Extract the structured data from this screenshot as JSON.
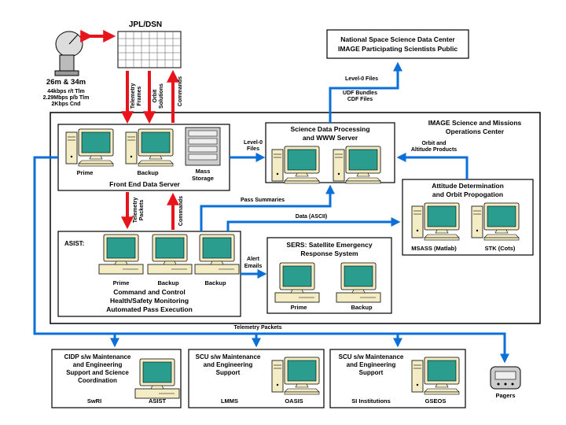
{
  "jpl": {
    "title": "JPL/DSN",
    "antenna": "26m & 34m",
    "rates": [
      "44kbps r/t Tlm",
      "2.29Mbps p/b Tlm",
      "2Kbps Cnd"
    ]
  },
  "nssdc": {
    "lines": [
      "National Space Science Data Center",
      "IMAGE Participating Scientists Public"
    ]
  },
  "dsn_links": {
    "telemetry_frames": [
      "Telemetry",
      "Frames"
    ],
    "orbit_solutions": [
      "Orbit",
      "Solutions"
    ],
    "commands": "Commands"
  },
  "nssdc_links": {
    "level0": "Level-0 Files",
    "udf": [
      "UDF Bundles",
      "CDF Files"
    ]
  },
  "center": {
    "title": [
      "IMAGE Science and Missions",
      "Operations Center"
    ]
  },
  "fe": {
    "labels": [
      "Prime",
      "Backup",
      "Mass",
      "Storage"
    ],
    "title": "Front End Data Server"
  },
  "sdp": {
    "title": [
      "Science Data Processing",
      "and WWW Server"
    ],
    "level0_files": [
      "Level-0",
      "Files"
    ]
  },
  "orbit_products": [
    "Orbit and",
    "Altitude Products"
  ],
  "attitude": {
    "title": [
      "Attitude Determination",
      "and Orbit Propogation"
    ],
    "labels": [
      "MSASS (Matlab)",
      "STK (Cots)"
    ]
  },
  "mid_links": {
    "telemetry_packets": [
      "Telemetry",
      "Packets"
    ],
    "commands": "Commands",
    "pass_summaries": "Pass Summaries",
    "data_ascii": "Data (ASCII)"
  },
  "asist": {
    "label": "ASIST:",
    "labels": [
      "Prime",
      "Backup",
      "Backup"
    ],
    "title": [
      "Command and Control",
      "Health/Safety Monitoring",
      "Automated Pass Execution"
    ]
  },
  "sers": {
    "title": [
      "SERS: Satellite Emergency",
      "Response System"
    ],
    "labels": [
      "Prime",
      "Backup"
    ],
    "alert": [
      "Alert",
      "Emails"
    ]
  },
  "telemetry_bottom": "Telemetry Packets",
  "cidp": {
    "title": [
      "CIDP s/w Maintenance",
      "and Engineering",
      "Support and Science",
      "Coordination"
    ],
    "labels": [
      "SwRI",
      "ASIST"
    ]
  },
  "scu1": {
    "title": [
      "SCU s/w Maintenance",
      "and Engineering",
      "Support"
    ],
    "labels": [
      "LMMS",
      "OASIS"
    ]
  },
  "scu2": {
    "title": [
      "SCU s/w Maintenance",
      "and Engineering",
      "Support"
    ],
    "labels": [
      "SI Institutions",
      "GSEOS"
    ]
  },
  "pagers": "Pagers",
  "colors": {
    "red": "#e8141b",
    "blue": "#0a6fd8",
    "screen": "#2a9d8f",
    "beige": "#f4ecc4"
  }
}
